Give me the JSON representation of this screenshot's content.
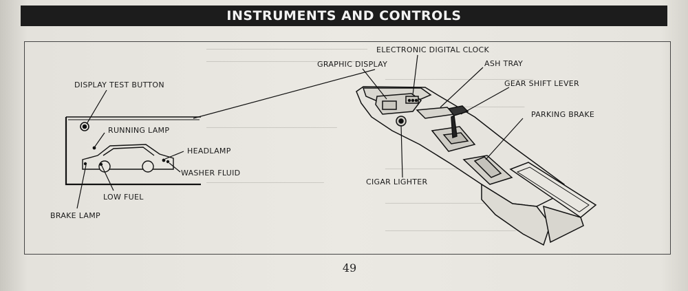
{
  "header": {
    "title": "INSTRUMENTS AND CONTROLS"
  },
  "labels": {
    "display_test_button": "DISPLAY TEST BUTTON",
    "running_lamp": "RUNNING LAMP",
    "headlamp": "HEADLAMP",
    "washer_fluid": "WASHER FLUID",
    "low_fuel": "LOW FUEL",
    "brake_lamp": "BRAKE LAMP",
    "graphic_display": "GRAPHIC DISPLAY",
    "electronic_digital_clock": "ELECTRONIC DIGITAL CLOCK",
    "ash_tray": "ASH TRAY",
    "gear_shift_lever": "GEAR SHIFT LEVER",
    "parking_brake": "PARKING BRAKE",
    "cigar_lighter": "CIGAR LIGHTER"
  },
  "page_number": "49"
}
